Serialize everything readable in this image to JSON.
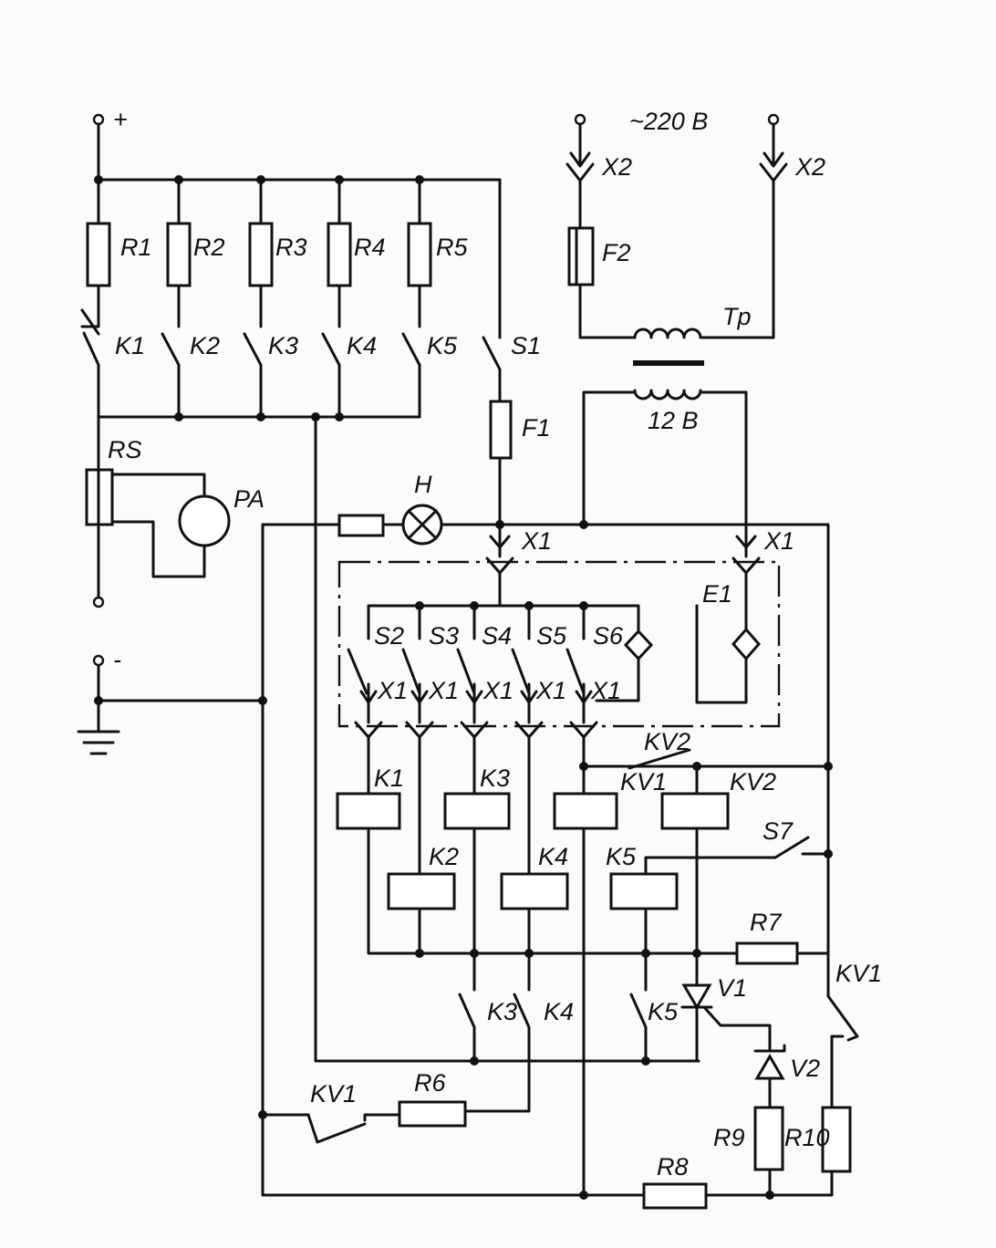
{
  "labels": {
    "plus": "+",
    "minus": "-",
    "voltage_in": "~220 В",
    "voltage_out": "12 В",
    "R1": "R1",
    "R2": "R2",
    "R3": "R3",
    "R4": "R4",
    "R5": "R5",
    "R6": "R6",
    "R7": "R7",
    "R8": "R8",
    "R9": "R9",
    "R10": "R10",
    "K1": "K1",
    "K2": "K2",
    "K3": "K3",
    "K4": "K4",
    "K5": "K5",
    "S1": "S1",
    "S2": "S2",
    "S3": "S3",
    "S4": "S4",
    "S5": "S5",
    "S6": "S6",
    "S7": "S7",
    "F1": "F1",
    "F2": "F2",
    "X1": "X1",
    "X2": "X2",
    "RS": "RS",
    "PA": "PA",
    "H": "H",
    "E1": "E1",
    "Tp": "Tp",
    "KV1": "KV1",
    "KV2": "KV2",
    "V1": "V1",
    "V2": "V2"
  }
}
